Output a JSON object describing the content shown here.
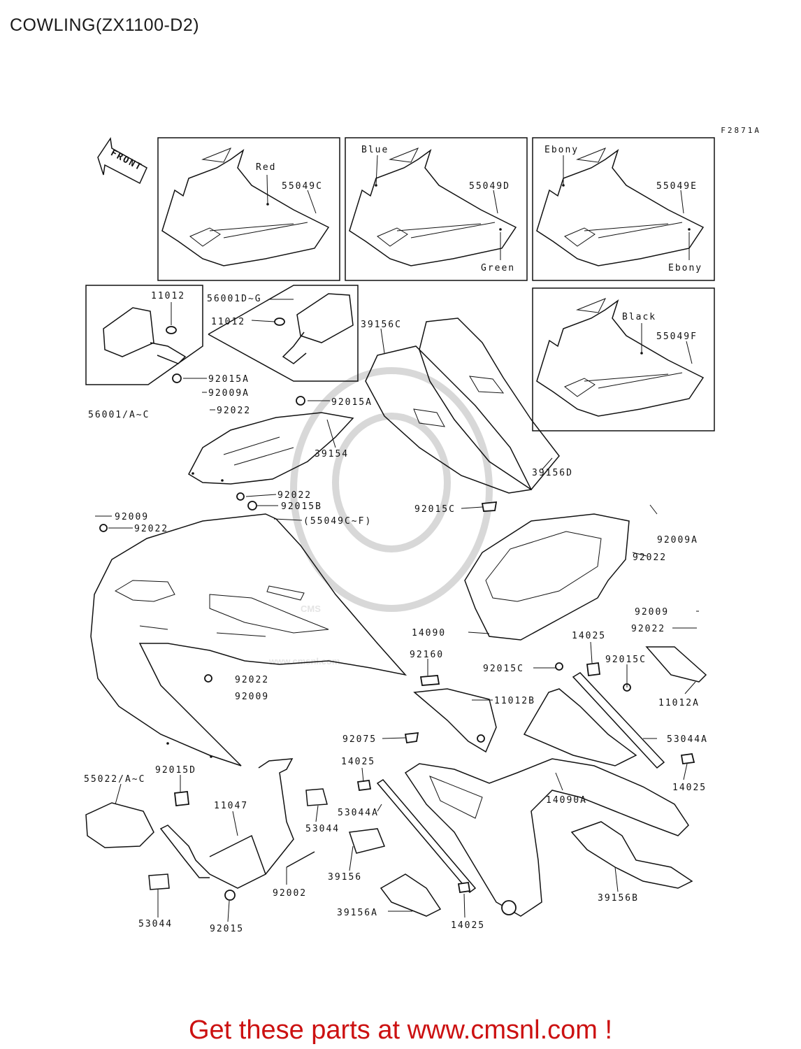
{
  "page": {
    "title": "COWLING(ZX1100-D2)",
    "figure_code": "F2871A",
    "footer": "Get these parts at www.cmsnl.com !",
    "front_label": "FRONT",
    "watermark_text": "CMS",
    "watermark_url": "www.cmsnl.com"
  },
  "colors": {
    "accent": "#cc1111",
    "line": "#111111",
    "watermark": "#d8d8d8"
  },
  "labels": {
    "l_red": "Red",
    "l_55049c": "55049C",
    "l_blue": "Blue",
    "l_55049d": "55049D",
    "l_green": "Green",
    "l_ebony1": "Ebony",
    "l_55049e": "55049E",
    "l_ebony2": "Ebony",
    "l_black": "Black",
    "l_55049f": "55049F",
    "l_11012a": "11012",
    "l_56001dg": "56001D~G",
    "l_11012b": "11012",
    "l_39156c": "39156C",
    "l_92015a1": "92015A",
    "l_92009a1": "92009A",
    "l_92022a": "92022",
    "l_92015a2": "92015A",
    "l_56001ac": "56001/A~C",
    "l_39154": "39154",
    "l_92022b": "92022",
    "l_92015b": "92015B",
    "l_39156d": "39156D",
    "l_92009a": "92009",
    "l_92022c": "92022",
    "l_55049cf": "(55049C~F)",
    "l_92015c1": "92015C",
    "l_92009a2": "92009A",
    "l_92022d": "92022",
    "l_92009b": "92009",
    "l_92022e": "92022",
    "l_14090": "14090",
    "l_14025a": "14025",
    "l_92160": "92160",
    "l_92015c2": "92015C",
    "l_92015c3": "92015C",
    "l_92022f": "92022",
    "l_92009c": "92009",
    "l_11012bb": "11012B",
    "l_11012aa": "11012A",
    "l_92075": "92075",
    "l_53044a1": "53044A",
    "l_14025b": "14025",
    "l_14025c": "14025",
    "l_55022": "55022/A~C",
    "l_92015d": "92015D",
    "l_11047": "11047",
    "l_53044a2": "53044A",
    "l_53044b": "53044",
    "l_14090a": "14090A",
    "l_39156": "39156",
    "l_92002": "92002",
    "l_39156b": "39156B",
    "l_53044c": "53044",
    "l_92015": "92015",
    "l_39156a": "39156A",
    "l_14025d": "14025"
  }
}
